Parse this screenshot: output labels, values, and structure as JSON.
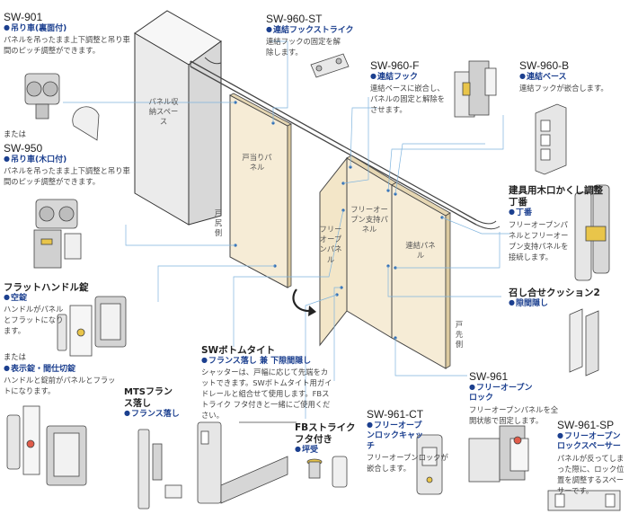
{
  "items": [
    {
      "id": "sw901",
      "code": "SW-901",
      "sub": "吊り車(裏面付)",
      "desc": "パネルを吊ったまま上下調整と吊り車間のピッチ調整ができます。"
    },
    {
      "id": "sw950",
      "code": "SW-950",
      "sub": "吊り車(木口付)",
      "desc": "パネルを吊ったまま上下調整と吊り車間のピッチ調整ができます。"
    },
    {
      "id": "flat",
      "title": "フラットハンドル錠",
      "sub": "空錠",
      "desc": "ハンドルがパネルとフラットになります。"
    },
    {
      "id": "flat2",
      "sub": "表示錠・間仕切錠",
      "desc": "ハンドルと錠前がパネルとフラットになります。"
    },
    {
      "id": "sw960st",
      "code": "SW-960-ST",
      "sub": "連結フックストライク",
      "desc": "連結フックの固定を解除します。"
    },
    {
      "id": "sw960f",
      "code": "SW-960-F",
      "sub": "連結フック",
      "desc": "連結ベースに嵌合し、パネルの固定と解除をさせます。"
    },
    {
      "id": "sw960b",
      "code": "SW-960-B",
      "sub": "連結ベース",
      "desc": "連結フックが嵌合します。"
    },
    {
      "id": "hinge",
      "title": "建具用木口かくし調整丁番",
      "sub": "丁番",
      "desc": "フリーオープンパネルとフリーオープン支持パネルを接続します。"
    },
    {
      "id": "cushion",
      "title": "召し合せクッション2",
      "sub": "隙間隠し"
    },
    {
      "id": "sw961",
      "code": "SW-961",
      "sub": "フリーオープンロック",
      "desc": "フリーオープンパネルを全開状態で固定します。"
    },
    {
      "id": "sw961sp",
      "code": "SW-961-SP",
      "sub": "フリーオープンロックスペーサー",
      "desc": "パネルが反ってしまった際に、ロック位置を調整するスペーサーです。"
    },
    {
      "id": "sw961ct",
      "code": "SW-961-CT",
      "sub": "フリーオープンロックキャッチ",
      "desc": "フリーオープンロックが嵌合します。"
    },
    {
      "id": "fb",
      "title": "FBストライクフタ付き",
      "sub": "坪受"
    },
    {
      "id": "swbottom",
      "title": "SWボトムタイト",
      "sub": "フランス落し 兼 下隙間隠し",
      "desc": "シャッターは、戸幅に応じて先端をカットできます。SWボトムタイト用ガイドレールと組合せて使用します。FBストライク フタ付きと一緒にご使用ください。"
    },
    {
      "id": "mts",
      "title": "MTSフランス落し",
      "sub": "フランス落し"
    }
  ],
  "labels": {
    "mata1": "または",
    "mata2": "または",
    "storage": "パネル収納スペース",
    "todomari": "戸当りパネル",
    "tojiri": "戸尻側",
    "freeopen": "フリーオープンパネル",
    "freesupport": "フリーオープン支持パネル",
    "renketsu": "連結パネル",
    "tosaki": "戸先側"
  },
  "colors": {
    "accent": "#1b3f8f",
    "leader": "#7fb4de",
    "panel": "#f6ecd6",
    "storage": "#ebebeb"
  },
  "icons": [
    "arrow-curve-icon"
  ]
}
